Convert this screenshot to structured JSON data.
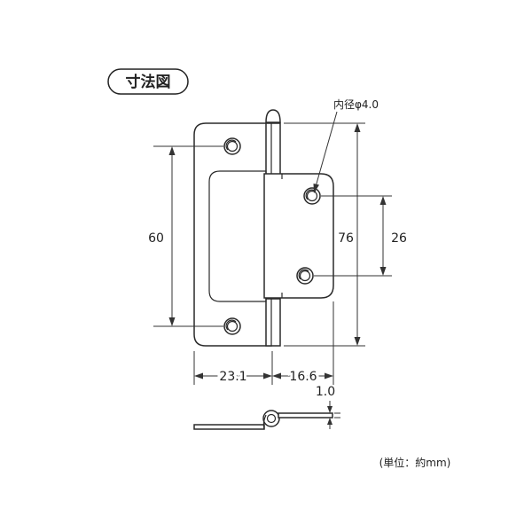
{
  "title": "寸法図",
  "annotations": {
    "hole_diameter": "内径φ4.0",
    "unit_note": "(単位：約mm)"
  },
  "dimensions": {
    "left_hole_pitch": "60",
    "total_height": "76",
    "right_hole_pitch": "26",
    "left_leaf_width": "23.1",
    "right_leaf_width": "16.6",
    "thickness": "1.0"
  },
  "colors": {
    "line": "#2a2a2a",
    "background": "#ffffff"
  }
}
